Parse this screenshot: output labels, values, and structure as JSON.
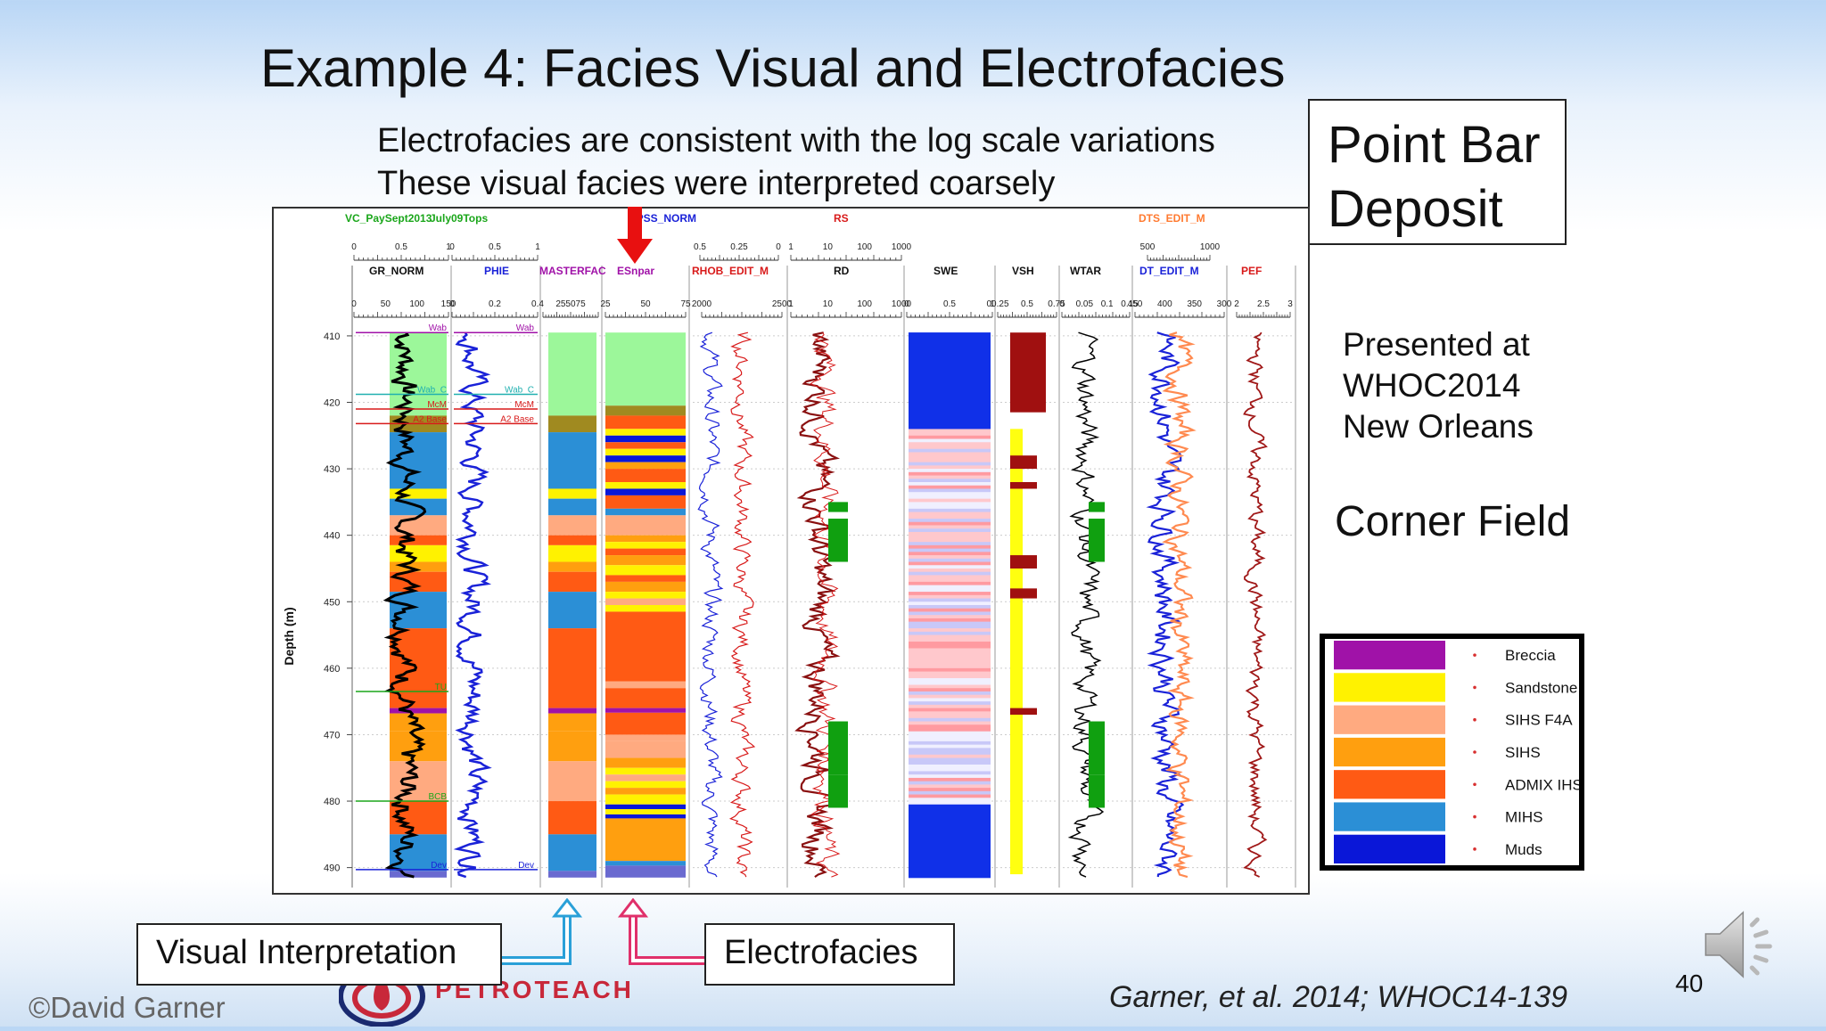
{
  "slide": {
    "title": "Example 4: Facies Visual and Electrofacies",
    "subtitle_lines": [
      "Electrofacies are consistent with the log scale variations",
      "These visual facies were interpreted coarsely"
    ],
    "point_bar_lines": [
      "Point Bar",
      "Deposit"
    ],
    "presented_lines": [
      "Presented at",
      "WHOC2014",
      "New Orleans"
    ],
    "corner_field": "Corner Field",
    "callout_visual": "Visual Interpretation",
    "callout_electro": "Electrofacies",
    "copyright": "©David Garner",
    "logo_text": "PETROTEACH",
    "citation": "Garner, et al. 2014; WHOC14-139",
    "page_number": "40"
  },
  "legend": [
    {
      "label": "Breccia",
      "color": "#a012a8"
    },
    {
      "label": "Sandstone",
      "color": "#fff200"
    },
    {
      "label": "SIHS F4A",
      "color": "#ffaa80"
    },
    {
      "label": "SIHS",
      "color": "#ff9f0f"
    },
    {
      "label": "ADMIX IHS",
      "color": "#ff5a14"
    },
    {
      "label": "MIHS",
      "color": "#2b8fd6"
    },
    {
      "label": "Muds",
      "color": "#0a17d8"
    }
  ],
  "log_panel": {
    "depth_axis_label": "Depth (m)",
    "depth_ticks": [
      "410",
      "420",
      "430",
      "440",
      "450",
      "460",
      "470",
      "480",
      "490"
    ],
    "top_row_headers": [
      {
        "text": "VC_PaySept2013",
        "color": "#1aa61a"
      },
      {
        "text": "July09Tops",
        "color": "#1aa61a"
      },
      {
        "text": "NPSS_NORM",
        "color": "#1a22d8"
      },
      {
        "text": "RS",
        "color": "#d81a1a"
      },
      {
        "text": "DTS_EDIT_M",
        "color": "#ff7a30"
      }
    ],
    "curve_headers": [
      {
        "text": "GR_NORM",
        "color": "#111111"
      },
      {
        "text": "PHIE",
        "color": "#1a22d8"
      },
      {
        "text": "MASTERFAC",
        "color": "#a012a8"
      },
      {
        "text": "ESnpar",
        "color": "#a012a8"
      },
      {
        "text": "RHOB_EDIT_M",
        "color": "#d81a1a"
      },
      {
        "text": "RD",
        "color": "#111111"
      },
      {
        "text": "SWE",
        "color": "#111111"
      },
      {
        "text": "VSH",
        "color": "#111111"
      },
      {
        "text": "WTAR",
        "color": "#111111"
      },
      {
        "text": "DT_EDIT_M",
        "color": "#1a22d8"
      },
      {
        "text": "PEF",
        "color": "#d81a1a"
      }
    ],
    "scale_upper": [
      {
        "track": "tops",
        "labels": [
          "0",
          "0.5",
          "1"
        ]
      },
      {
        "track": "phie",
        "labels": [
          "0",
          "0.5",
          "1"
        ]
      },
      {
        "track": "rhob",
        "labels": [
          "0.5",
          "0.25",
          "0"
        ]
      },
      {
        "track": "rd",
        "labels": [
          "1",
          "10",
          "100",
          "1000"
        ]
      },
      {
        "track": "dt",
        "labels": [
          "500",
          "1000"
        ]
      }
    ],
    "scale_lower": [
      {
        "track": "gr",
        "labels": [
          "0",
          "50",
          "100",
          "150"
        ]
      },
      {
        "track": "phie",
        "labels": [
          "0",
          "0.2",
          "0.4"
        ]
      },
      {
        "track": "master",
        "labels": [
          "255075"
        ]
      },
      {
        "track": "es",
        "labels": [
          "25",
          "50",
          "75"
        ]
      },
      {
        "track": "rhob",
        "labels": [
          "2000",
          "2500"
        ]
      },
      {
        "track": "rd",
        "labels": [
          "1",
          "10",
          "100",
          "1000"
        ]
      },
      {
        "track": "swe",
        "labels": [
          "0",
          "0.5",
          "1"
        ]
      },
      {
        "track": "vsh",
        "labels": [
          "00.25",
          "0.5",
          "0.75"
        ]
      },
      {
        "track": "wtar",
        "labels": [
          "0",
          "0.05",
          "0.1",
          "0.15"
        ]
      },
      {
        "track": "dt",
        "labels": [
          "450",
          "400",
          "350",
          "300"
        ]
      },
      {
        "track": "pef",
        "labels": [
          "2",
          "2.5",
          "3"
        ]
      }
    ],
    "tops_gr": [
      {
        "text": "Wab",
        "depth": 409.5,
        "color": "#a012a8"
      },
      {
        "text": "Wab_C",
        "depth": 418.8,
        "color": "#20b0b0"
      },
      {
        "text": "McM",
        "depth": 421,
        "color": "#d81a1a"
      },
      {
        "text": "A2 Base",
        "depth": 423.2,
        "color": "#d81a1a"
      },
      {
        "text": "TU",
        "depth": 463.5,
        "color": "#1aa61a"
      },
      {
        "text": "BCB",
        "depth": 480,
        "color": "#1aa61a"
      },
      {
        "text": "Dev",
        "depth": 490.3,
        "color": "#1a22d8"
      }
    ],
    "tops_phie": [
      {
        "text": "Wab",
        "depth": 409.5,
        "color": "#a012a8"
      },
      {
        "text": "Wab_C",
        "depth": 418.8,
        "color": "#20b0b0"
      },
      {
        "text": "McM",
        "depth": 421,
        "color": "#d81a1a"
      },
      {
        "text": "A2 Base",
        "depth": 423.2,
        "color": "#d81a1a"
      },
      {
        "text": "Dev",
        "depth": 490.3,
        "color": "#1a22d8"
      }
    ]
  }
}
